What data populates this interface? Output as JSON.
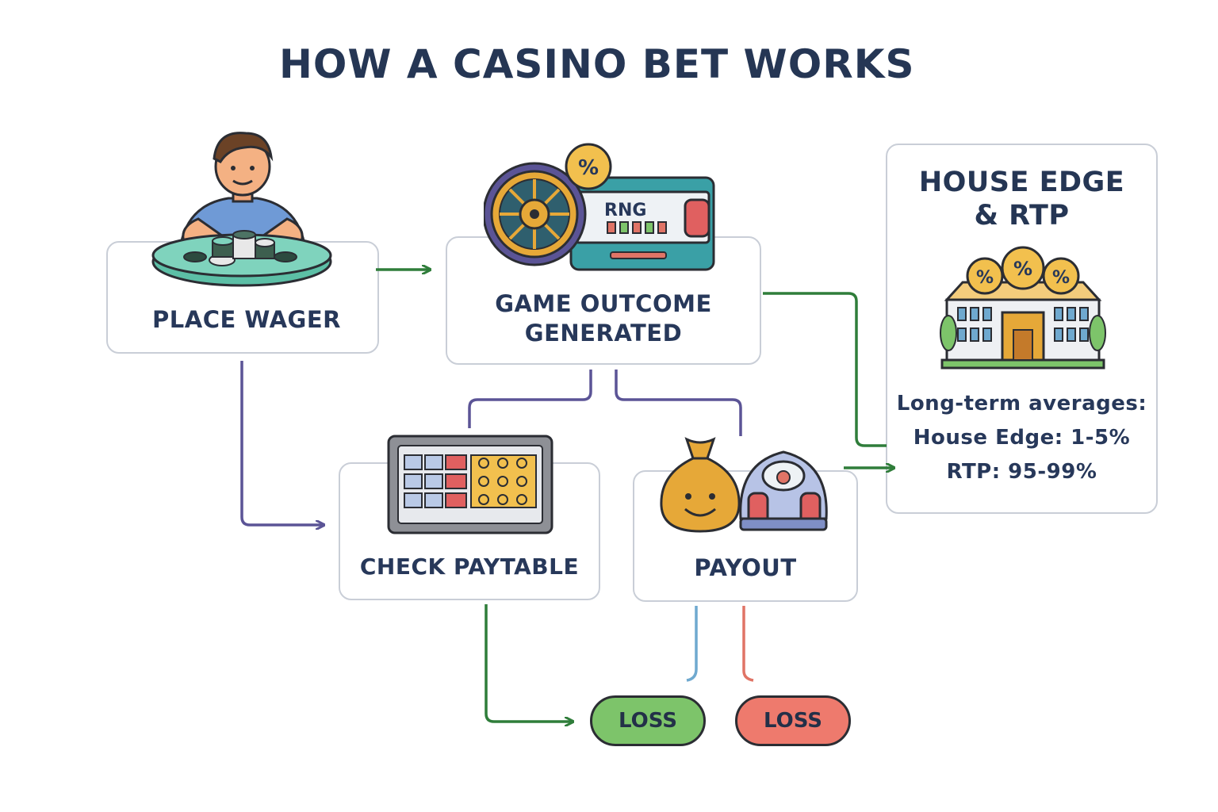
{
  "title": "HOW A CASINO BET WORKS",
  "steps": {
    "place_wager": "PLACE WAGER",
    "outcome_line1": "GAME OUTCOME",
    "outcome_line2": "GENERATED",
    "check_paytable": "CHECK PAYTABLE",
    "payout": "PAYOUT"
  },
  "rng_label": "RNG",
  "percent_symbol": "%",
  "house_edge": {
    "title_line1": "HOUSE EDGE",
    "title_line2": "& RTP",
    "stat_intro": "Long-term averages:",
    "house_edge_line": "House Edge: 1-5%",
    "rtp_line": "RTP: 95-99%"
  },
  "results": {
    "left_label": "LOSS",
    "right_label": "LOSS"
  },
  "colors": {
    "title": "#253654",
    "arrow_green": "#2f7d3a",
    "arrow_purple": "#5b5496",
    "line_blue": "#6fa9cf",
    "line_red": "#e07466",
    "pill_green": "#7dc46a",
    "pill_red": "#ee7a6d"
  },
  "icons": [
    "player-at-table-icon",
    "roulette-rng-machine-icon",
    "percent-coin-icon",
    "casino-building-icon",
    "paytable-screen-icon",
    "money-bag-icon",
    "slot-machine-icon"
  ]
}
